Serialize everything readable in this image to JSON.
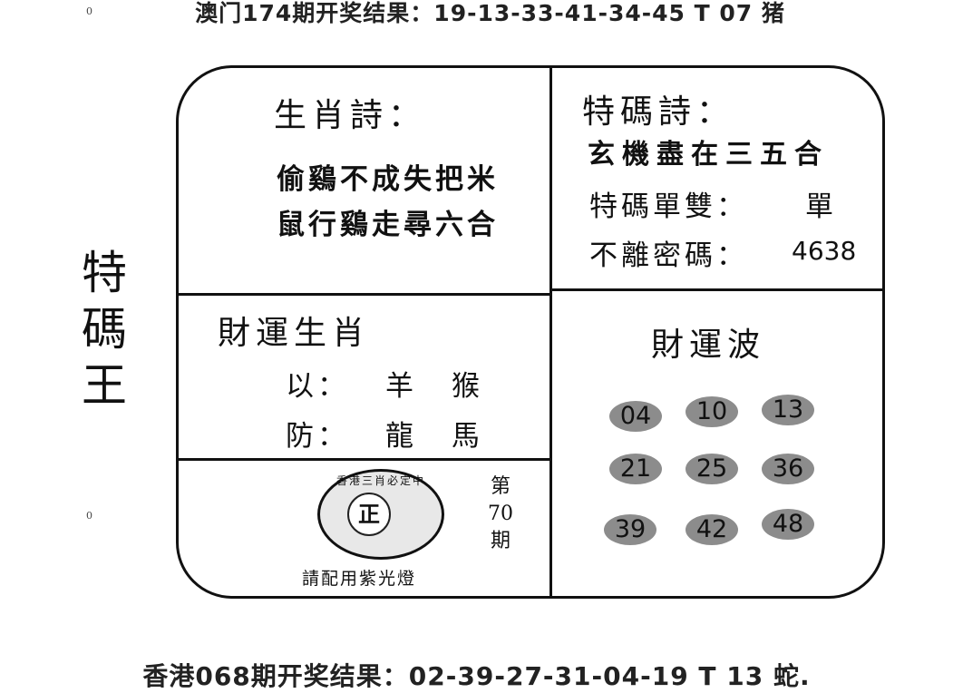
{
  "header": {
    "text": "澳门174期开奖结果：19-13-33-41-34-45 T 07 猪"
  },
  "footer": {
    "text": "香港068期开奖结果：02-39-27-31-04-19 T 13 蛇."
  },
  "marks": {
    "top": "0",
    "mid": "0"
  },
  "side_title": [
    "特",
    "碼",
    "王"
  ],
  "zodiac_poem": {
    "title": "生肖詩：",
    "lines": [
      "偷鷄不成失把米",
      "鼠行鷄走尋六合"
    ]
  },
  "special_poem": {
    "title": "特碼詩：",
    "line": "玄機盡在三五合",
    "odd_even_label": "特碼單雙：",
    "odd_even_value": "單",
    "tail_label": "不離密碼：",
    "tail_value": "4638"
  },
  "fortune_zodiac": {
    "title": "財運生肖",
    "rows": [
      {
        "label": "以：",
        "value": "羊  猴"
      },
      {
        "label": "防：",
        "value": "龍  馬"
      }
    ]
  },
  "fortune_wave": {
    "title": "財運波",
    "balls": [
      "04",
      "10",
      "13",
      "21",
      "25",
      "36",
      "39",
      "42",
      "48"
    ]
  },
  "stamp": {
    "center": "正",
    "ring_top": "香港三肖必定中",
    "note": "請配用紫光燈"
  },
  "issue": {
    "prefix": "第",
    "number": "70",
    "suffix": "期"
  },
  "colors": {
    "ball": "#8c8c8c",
    "line": "#111111",
    "background": "#ffffff"
  }
}
